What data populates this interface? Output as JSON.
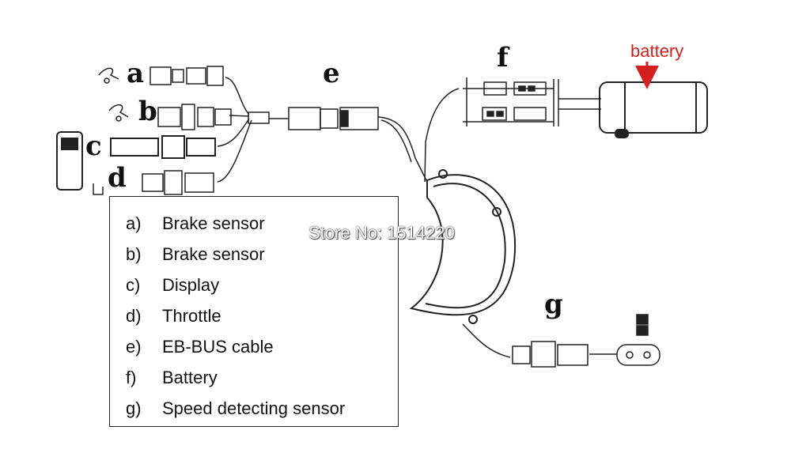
{
  "labels": {
    "a": "a",
    "b": "b",
    "c": "c",
    "d": "d",
    "e": "e",
    "f": "f",
    "g": "g"
  },
  "battery_label": "battery",
  "legend": {
    "items": [
      {
        "key": "a)",
        "text": "Brake sensor"
      },
      {
        "key": "b)",
        "text": "Brake sensor"
      },
      {
        "key": "c)",
        "text": "Display"
      },
      {
        "key": "d)",
        "text": "Throttle"
      },
      {
        "key": "e)",
        "text": "EB-BUS cable"
      },
      {
        "key": "f)",
        "text": "Battery"
      },
      {
        "key": "g)",
        "text": "Speed detecting sensor"
      }
    ]
  },
  "watermark": "Store No: 1514220",
  "colors": {
    "line": "#222222",
    "battery_arrow": "#d22020"
  }
}
